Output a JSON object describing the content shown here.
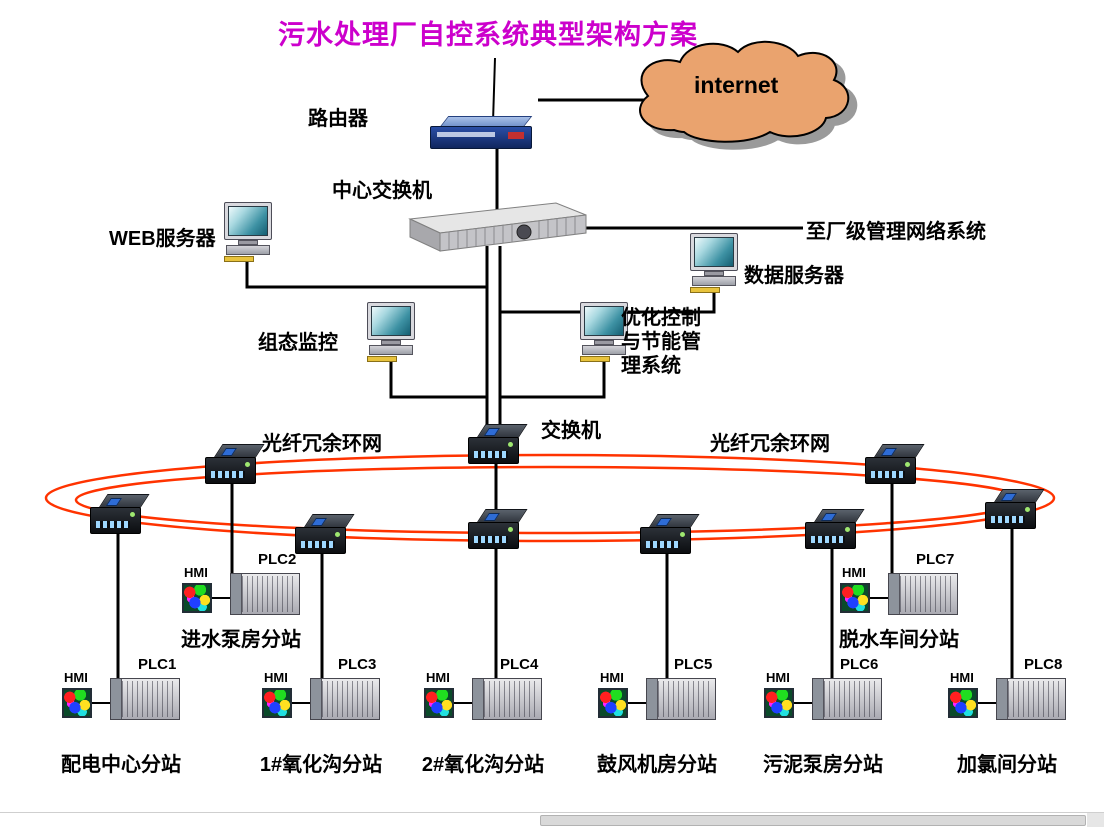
{
  "title": "污水处理厂自控系统典型架构方案",
  "cloud": {
    "label": "internet"
  },
  "nodes": {
    "router": "路由器",
    "central_switch": "中心交换机",
    "plant_network": "至厂级管理网络系统",
    "web_server": "WEB服务器",
    "data_server": "数据服务器",
    "scada_monitor": "组态监控",
    "optimization_system": "优化控制\n与节能管\n理系统",
    "ring_switch": "交换机",
    "fiber_ring_left": "光纤冗余环网",
    "fiber_ring_right": "光纤冗余环网"
  },
  "stations": [
    {
      "hmi": "HMI",
      "plc": "PLC1",
      "name": "配电中心分站"
    },
    {
      "hmi": "HMI",
      "plc": "PLC2",
      "name": "进水泵房分站"
    },
    {
      "hmi": "HMI",
      "plc": "PLC3",
      "name": "1#氧化沟分站"
    },
    {
      "hmi": "HMI",
      "plc": "PLC4",
      "name": "2#氧化沟分站"
    },
    {
      "hmi": "HMI",
      "plc": "PLC5",
      "name": "鼓风机房分站"
    },
    {
      "hmi": "HMI",
      "plc": "PLC6",
      "name": "污泥泵房分站"
    },
    {
      "hmi": "HMI",
      "plc": "PLC7",
      "name": "脱水车间分站"
    },
    {
      "hmi": "HMI",
      "plc": "PLC8",
      "name": "加氯间分站"
    }
  ],
  "colors": {
    "title": "#cc00cc",
    "cloud_fill": "#eaa36e",
    "ring": "#ff3300",
    "line": "#000000"
  }
}
